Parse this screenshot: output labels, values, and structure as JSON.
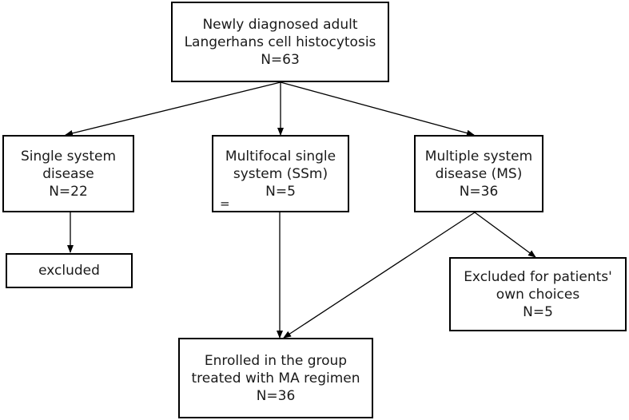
{
  "nodes": {
    "root": {
      "lines": [
        "Newly diagnosed adult",
        "Langerhans cell histocytosis",
        "N=63"
      ]
    },
    "single_system": {
      "lines": [
        "Single system",
        "disease",
        "N=22"
      ]
    },
    "multifocal_single_system": {
      "lines": [
        "Multifocal single",
        "system (SSm)",
        "N=5"
      ],
      "stray_mark": "="
    },
    "multiple_system": {
      "lines": [
        "Multiple system",
        "disease (MS)",
        "N=36"
      ]
    },
    "excluded": {
      "lines": [
        "excluded"
      ]
    },
    "excluded_choices": {
      "lines": [
        "Excluded for patients'",
        "own choices",
        "N=5"
      ]
    },
    "enrolled": {
      "lines": [
        "Enrolled in the group",
        "treated with MA regimen",
        "N=36"
      ]
    }
  }
}
